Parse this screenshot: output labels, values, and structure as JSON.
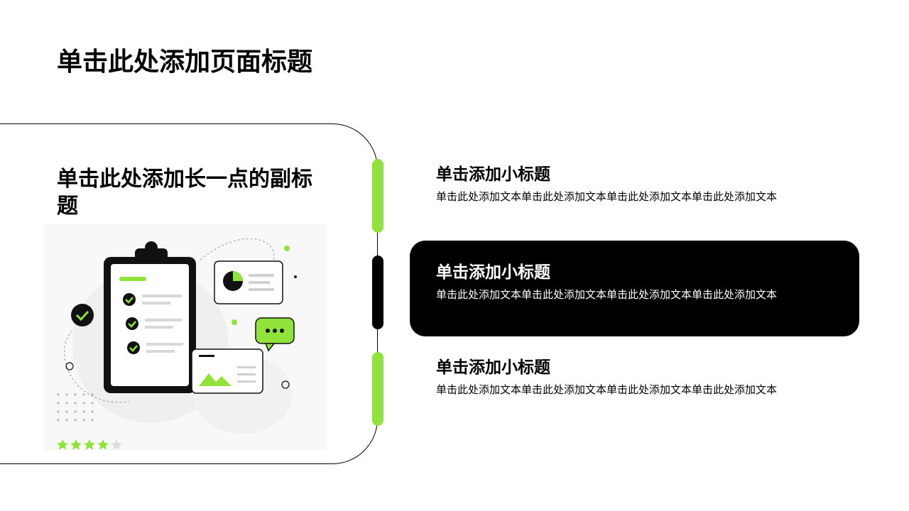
{
  "page": {
    "title": "单击此处添加页面标题",
    "subtitle": "单击此处添加长一点的副标题"
  },
  "items": [
    {
      "title": "单击添加小标题",
      "text": "单击此处添加文本单击此处添加文本单击此处添加文本单击此处添加文本"
    },
    {
      "title": "单击添加小标题",
      "text": "单击此处添加文本单击此处添加文本单击此处添加文本单击此处添加文本"
    },
    {
      "title": "单击添加小标题",
      "text": "单击此处添加文本单击此处添加文本单击此处添加文本单击此处添加文本"
    }
  ],
  "colors": {
    "accent": "#8fe33b",
    "dark": "#000000",
    "background": "#ffffff"
  },
  "illustration": {
    "icons": [
      "clipboard-icon",
      "check-icon",
      "pie-chart-icon",
      "chat-bubble-icon",
      "image-card-icon",
      "star-icon"
    ]
  }
}
